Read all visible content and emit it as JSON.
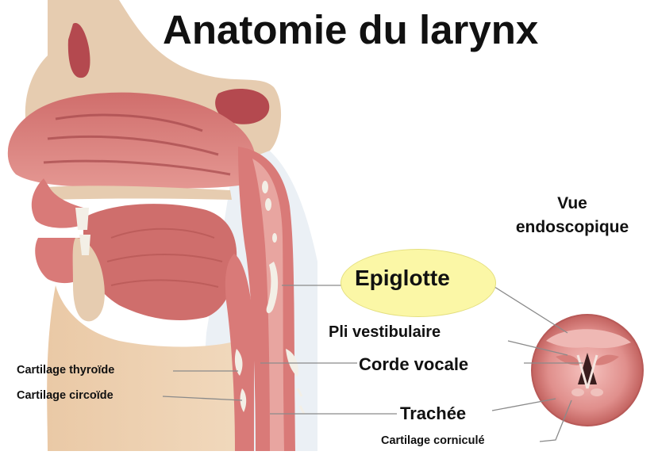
{
  "title": "Anatomie du larynx",
  "view_label": [
    "Vue",
    "endoscopique"
  ],
  "labels": {
    "epiglotte": "Epiglotte",
    "pli_vestibulaire": "Pli vestibulaire",
    "corde_vocale": "Corde vocale",
    "trachee": "Trachée",
    "cartilage_thyroide": "Cartilage thyroïde",
    "cartilage_circoide": "Cartilage circoïde",
    "cartilage_cornicule": "Cartilage corniculé"
  },
  "colors": {
    "bone": "#e6ccb0",
    "flesh": "#d97a78",
    "flesh_dark": "#b45552",
    "mucosa": "#e8a5a0",
    "cartilage": "#f3efe6",
    "label_bubble": "#fbf7a6",
    "leader_line": "#8a8a8a"
  }
}
